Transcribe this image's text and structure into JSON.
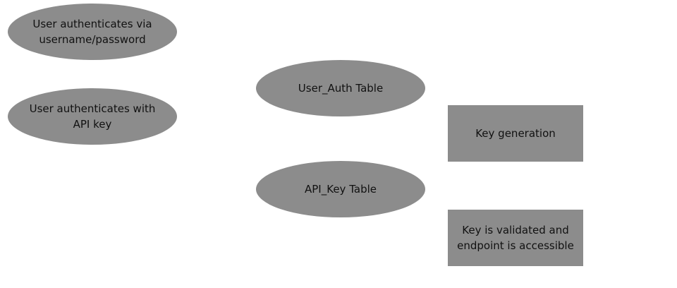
{
  "diagram": {
    "nodes": [
      {
        "id": "user-pass",
        "shape": "ellipse",
        "lines": [
          "User authenticates via",
          "username/password"
        ]
      },
      {
        "id": "user-api",
        "shape": "ellipse",
        "lines": [
          "User authenticates with",
          "API key"
        ]
      },
      {
        "id": "user-auth-table",
        "shape": "ellipse",
        "lines": [
          "User_Auth Table"
        ]
      },
      {
        "id": "api-key-table",
        "shape": "ellipse",
        "lines": [
          "API_Key Table"
        ]
      },
      {
        "id": "key-generation",
        "shape": "rectangle",
        "lines": [
          "Key generation"
        ]
      },
      {
        "id": "key-validated",
        "shape": "rectangle",
        "lines": [
          "Key is validated and",
          "endpoint is accessible"
        ]
      }
    ],
    "colors": {
      "node_fill": "#8c8c8c",
      "text": "#111111",
      "background": "#ffffff"
    }
  }
}
